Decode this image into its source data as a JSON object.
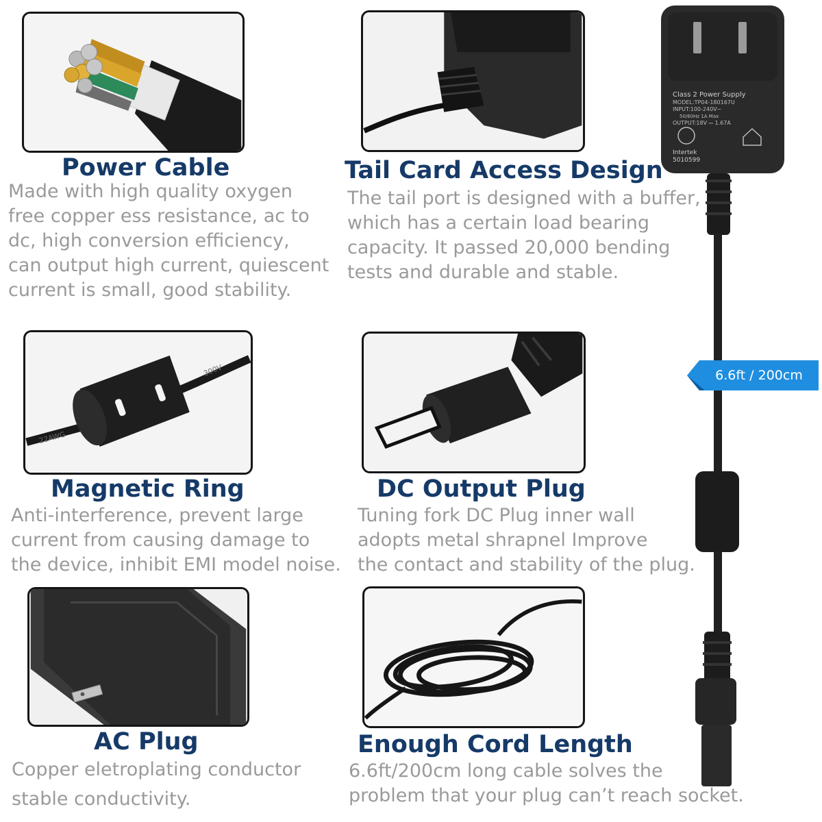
{
  "features": [
    {
      "title": "Power Cable",
      "lines": [
        "Made with high quality oxygen",
        "free copper ess resistance, ac to",
        "dc, high conversion efficiency,",
        "can output high current, quiescent",
        "current is small, good stability."
      ]
    },
    {
      "title": "Tail Card Access Design",
      "lines": [
        "The tail port is designed with a buffer,",
        "which has a certain load bearing",
        "capacity. It passed 20,000 bending",
        "tests and durable and stable."
      ]
    },
    {
      "title": "Magnetic Ring",
      "lines": [
        "Anti-interference, prevent large",
        "current from causing damage to",
        "the device, inhibit EMI model noise."
      ]
    },
    {
      "title": "DC Output Plug",
      "lines": [
        "Tuning fork DC Plug inner wall",
        "adopts metal shrapnel Improve",
        "the contact and stability of the plug."
      ]
    },
    {
      "title": "AC Plug",
      "lines": [
        "Copper eletroplating conductor",
        "stable conductivity."
      ]
    },
    {
      "title": "Enough Cord Length",
      "lines": [
        "6.6ft/200cm long cable solves the",
        "problem that your plug can’t reach socket."
      ]
    }
  ],
  "adapter_label": {
    "line1": "Class 2 Power Supply",
    "line2": "MODEL:TP04-180167U",
    "line3": "INPUT:100-240V~",
    "line4": "50/60Hz 1A Max",
    "line5": "OUTPUT:18V ⎓ 1.67A",
    "brand": "Intertek",
    "code": "5010599"
  },
  "cable_wire_print_1": "22AWG",
  "cable_wire_print_2": "300V",
  "length_tag": "6.6ft / 200cm",
  "colors": {
    "title": "#163a68",
    "description": "#9a9a9a",
    "tag": "#1f8ee0",
    "frame": "#151515"
  }
}
